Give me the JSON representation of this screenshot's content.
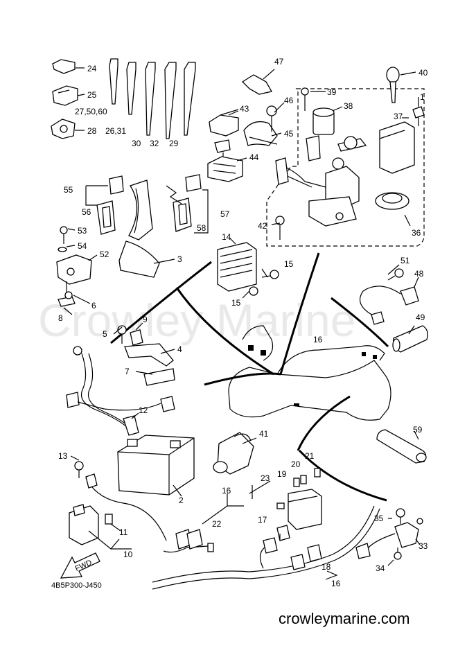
{
  "watermark": "Crowley Marine",
  "diagram_code": "4B5P300-J450",
  "site_url": "crowleymarine.com",
  "fwd_label": "FWD",
  "callouts": {
    "c1": "1",
    "c2": "2",
    "c3": "3",
    "c4": "4",
    "c5": "5",
    "c6": "6",
    "c7": "7",
    "c8": "8",
    "c9": "9",
    "c10": "10",
    "c11": "11",
    "c12": "12",
    "c13": "13",
    "c14": "14",
    "c15a": "15",
    "c15b": "15",
    "c16a": "16",
    "c16b": "16",
    "c16c": "16",
    "c17": "17",
    "c18": "18",
    "c19": "19",
    "c20": "20",
    "c21": "21",
    "c22": "22",
    "c23": "23",
    "c24": "24",
    "c25": "25",
    "c26": "26,31",
    "c27": "27,50,60",
    "c28": "28",
    "c29": "29",
    "c30": "30",
    "c32": "32",
    "c33": "33",
    "c34": "34",
    "c35": "35",
    "c36": "36",
    "c37": "37",
    "c38": "38",
    "c39": "39",
    "c40": "40",
    "c41": "41",
    "c42": "42",
    "c43": "43",
    "c44": "44",
    "c45": "45",
    "c46": "46",
    "c47": "47",
    "c48": "48",
    "c49": "49",
    "c51": "51",
    "c52": "52",
    "c53": "53",
    "c54": "54",
    "c55": "55",
    "c56": "56",
    "c57": "57",
    "c58": "58",
    "c59": "59"
  }
}
